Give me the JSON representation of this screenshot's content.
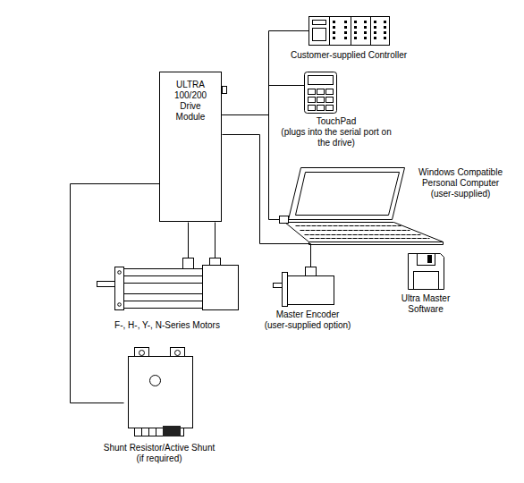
{
  "diagram": {
    "nodes": [
      {
        "text": [
          "ULTRA 100/200 Drive Module"
        ]
      },
      {
        "text": [
          "Customer-supplied Controller"
        ]
      },
      {
        "text": [
          "TouchPad",
          "(plugs into the serial port on the drive)"
        ]
      },
      {
        "text": [
          "Windows Compatible Personal Computer",
          "(user-supplied)"
        ]
      },
      {
        "text": [
          "Ultra Master Software"
        ]
      },
      {
        "text": [
          "Master Encoder",
          "(user-supplied option)"
        ]
      },
      {
        "text": [
          "F-, H-, Y-, N-Series Motors"
        ]
      },
      {
        "text": [
          "Shunt Resistor/Active Shunt",
          "(if required)"
        ]
      }
    ],
    "edges": [
      {
        "from": 0,
        "to": 1,
        "arrow": "none"
      },
      {
        "from": 0,
        "to": 2,
        "arrow": "none"
      },
      {
        "from": 0,
        "to": 3,
        "arrow": "none"
      },
      {
        "from": 0,
        "to": 5,
        "arrow": "none"
      },
      {
        "from": 0,
        "to": 6,
        "arrow": "none"
      },
      {
        "from": 0,
        "to": 6,
        "arrow": "none"
      },
      {
        "from": 0,
        "to": 7,
        "arrow": "none"
      }
    ]
  }
}
